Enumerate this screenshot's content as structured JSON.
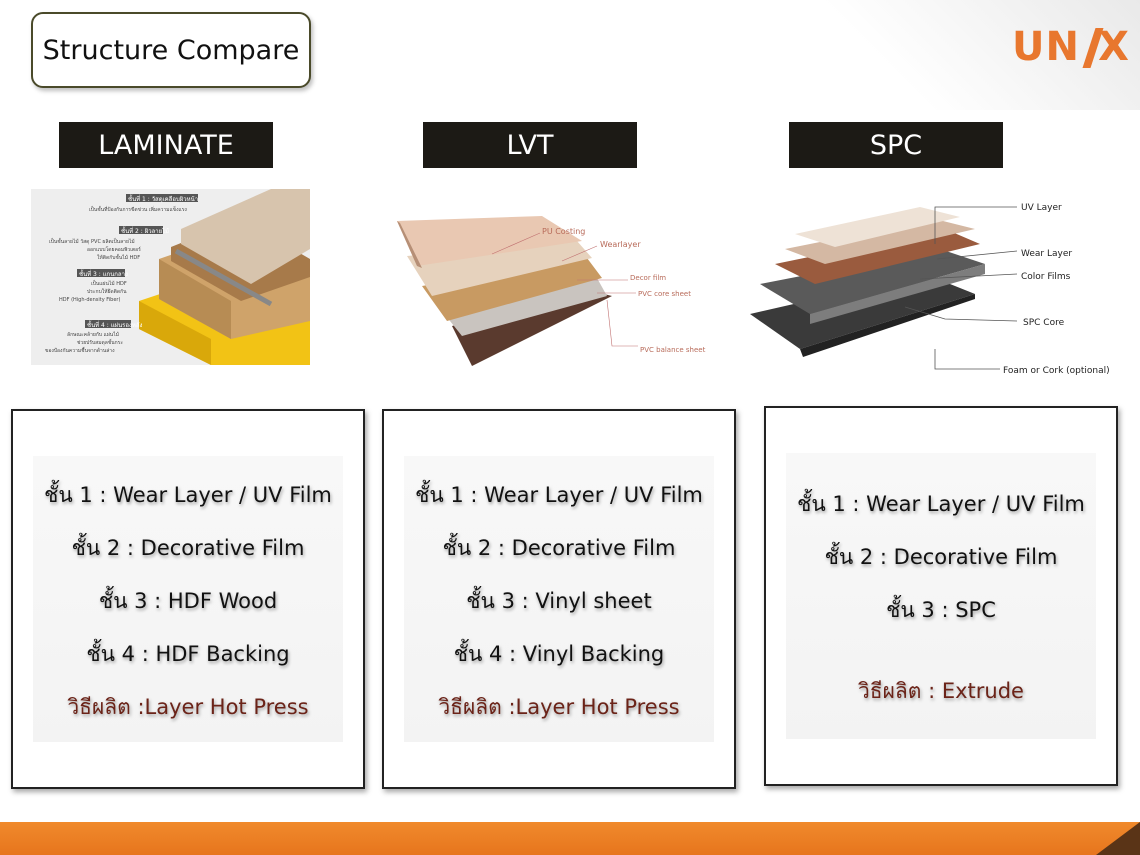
{
  "title": "Structure Compare",
  "logo": {
    "text": "UNIX",
    "color": "#e8772e"
  },
  "columns": [
    {
      "label": "LAMINATE",
      "illustration": {
        "annotations": [
          "ชั้นที่ 1 : วัสดุเคลือบผิวหน้า",
          "เป็นชั้นที่ป้องกันการขีดข่วน เพิ่มความแข็งแรง",
          "ชั้นที่ 2 : ผิวลายไม้",
          "เป็นชั้นลายไม้ วัสดุ PVC ผลิตเป็นลายไม้",
          "ออกแบบโดยคอมพิวเตอร์",
          "ให้ติดกับชั้นไม้ HDF",
          "ชั้นที่ 3 : แกนกลาง",
          "เป็นแผ่นไม้ HDF",
          "ประกบให้ยึดติดกัน",
          "HDF (High-density Fiber)",
          "ชั้นที่ 4 : แผ่นรองหลัง",
          "ลักษณะคล้ายกับ แผ่นไม้",
          "ช่วยปรับสมดุลชั้นกระ",
          "ของป้องกันความชื้นจากด้านล่าง"
        ]
      },
      "lines": [
        "ชั้น 1 : Wear Layer / UV Film",
        "ชั้น 2 : Decorative Film",
        "ชั้น 3 : HDF Wood",
        "ชั้น 4 : HDF Backing"
      ],
      "method": "วิธีผลิต :Layer Hot Press"
    },
    {
      "label": "LVT",
      "illustration": {
        "annotations": [
          "PU Costing",
          "Wearlayer",
          "Decor film",
          "PVC core sheet",
          "PVC balance sheet"
        ]
      },
      "lines": [
        "ชั้น 1 : Wear Layer / UV Film",
        "ชั้น 2 : Decorative Film",
        "ชั้น 3 : Vinyl sheet",
        "ชั้น 4 : Vinyl Backing"
      ],
      "method": "วิธีผลิต :Layer Hot Press"
    },
    {
      "label": "SPC",
      "illustration": {
        "annotations": [
          "UV Layer",
          "Wear Layer",
          "Color Films",
          "SPC Core",
          "Foam or Cork (optional)"
        ]
      },
      "lines": [
        "ชั้น 1 : Wear Layer / UV Film",
        "ชั้น 2 : Decorative Film",
        "ชั้น 3 : SPC"
      ],
      "method": "วิธีผลิต : Extrude"
    }
  ],
  "colors": {
    "accent": "#e8772e",
    "label_bg": "#1c1a15",
    "method_text": "#6b2318",
    "bottom_bar": "#ee8229"
  }
}
